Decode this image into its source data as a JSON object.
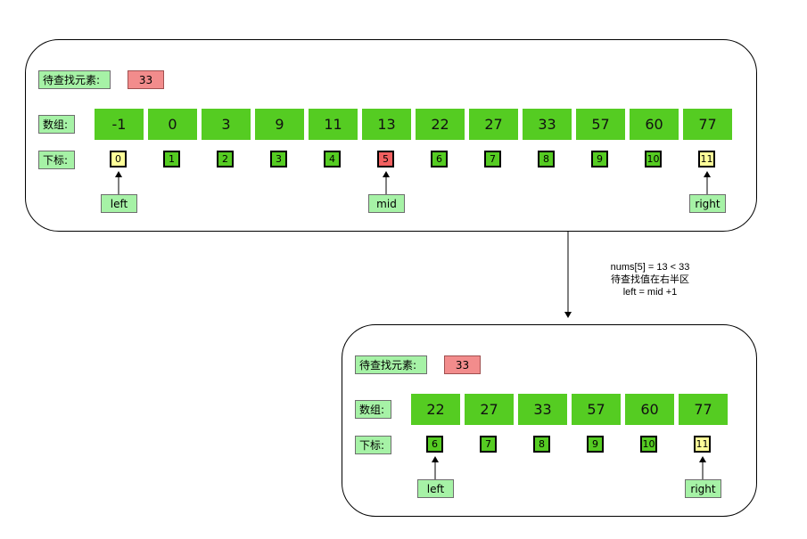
{
  "top": {
    "target_label": "待查找元素:",
    "target_value": "33",
    "array_label": "数组:",
    "index_label": "下标:",
    "values": [
      "-1",
      "0",
      "3",
      "9",
      "11",
      "13",
      "22",
      "27",
      "33",
      "57",
      "60",
      "77"
    ],
    "indices": [
      "0",
      "1",
      "2",
      "3",
      "4",
      "5",
      "6",
      "7",
      "8",
      "9",
      "10",
      "11"
    ],
    "pointers": {
      "left": "left",
      "mid": "mid",
      "right": "right"
    }
  },
  "note": {
    "line1": "nums[5] = 13 < 33",
    "line2": "待查找值在右半区",
    "line3": "left = mid +1"
  },
  "bottom": {
    "target_label": "待查找元素:",
    "target_value": "33",
    "array_label": "数组:",
    "index_label": "下标:",
    "values": [
      "22",
      "27",
      "33",
      "57",
      "60",
      "77"
    ],
    "indices": [
      "6",
      "7",
      "8",
      "9",
      "10",
      "11"
    ],
    "pointers": {
      "left": "left",
      "right": "right"
    }
  },
  "colors": {
    "cell": "#55cc22",
    "label": "#a6f2a6",
    "target": "#f28c8c",
    "left_right_index": "#ffff99",
    "mid_index": "#f26060"
  }
}
